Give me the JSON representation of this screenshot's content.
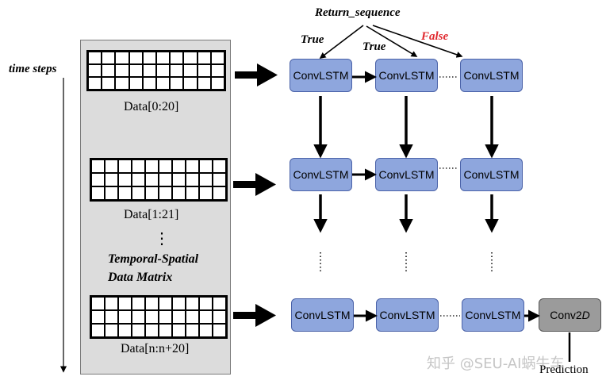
{
  "title": "Return_sequence",
  "return_labels": {
    "true1": "True",
    "true2": "True",
    "false": "False"
  },
  "time_steps_label": "time steps",
  "data_labels": [
    "Data[0:20]",
    "Data[1:21]",
    "Data[n:n+20]"
  ],
  "matrix_label_line1": "Temporal-Spatial",
  "matrix_label_line2": "Data Matrix",
  "vertical_ellipsis": "⋮",
  "cell_label": "ConvLSTM",
  "conv2d_prefix": "Conv2",
  "conv2d_suffix": "D",
  "prediction_label": "Prediction",
  "watermark": "知乎 @SEU-AI蜗牛车",
  "colors": {
    "lstm_fill": "#8ea6dd",
    "conv_fill": "#9b9b9b",
    "false_color": "#e0282e",
    "panel_fill": "#dcdcdc"
  }
}
